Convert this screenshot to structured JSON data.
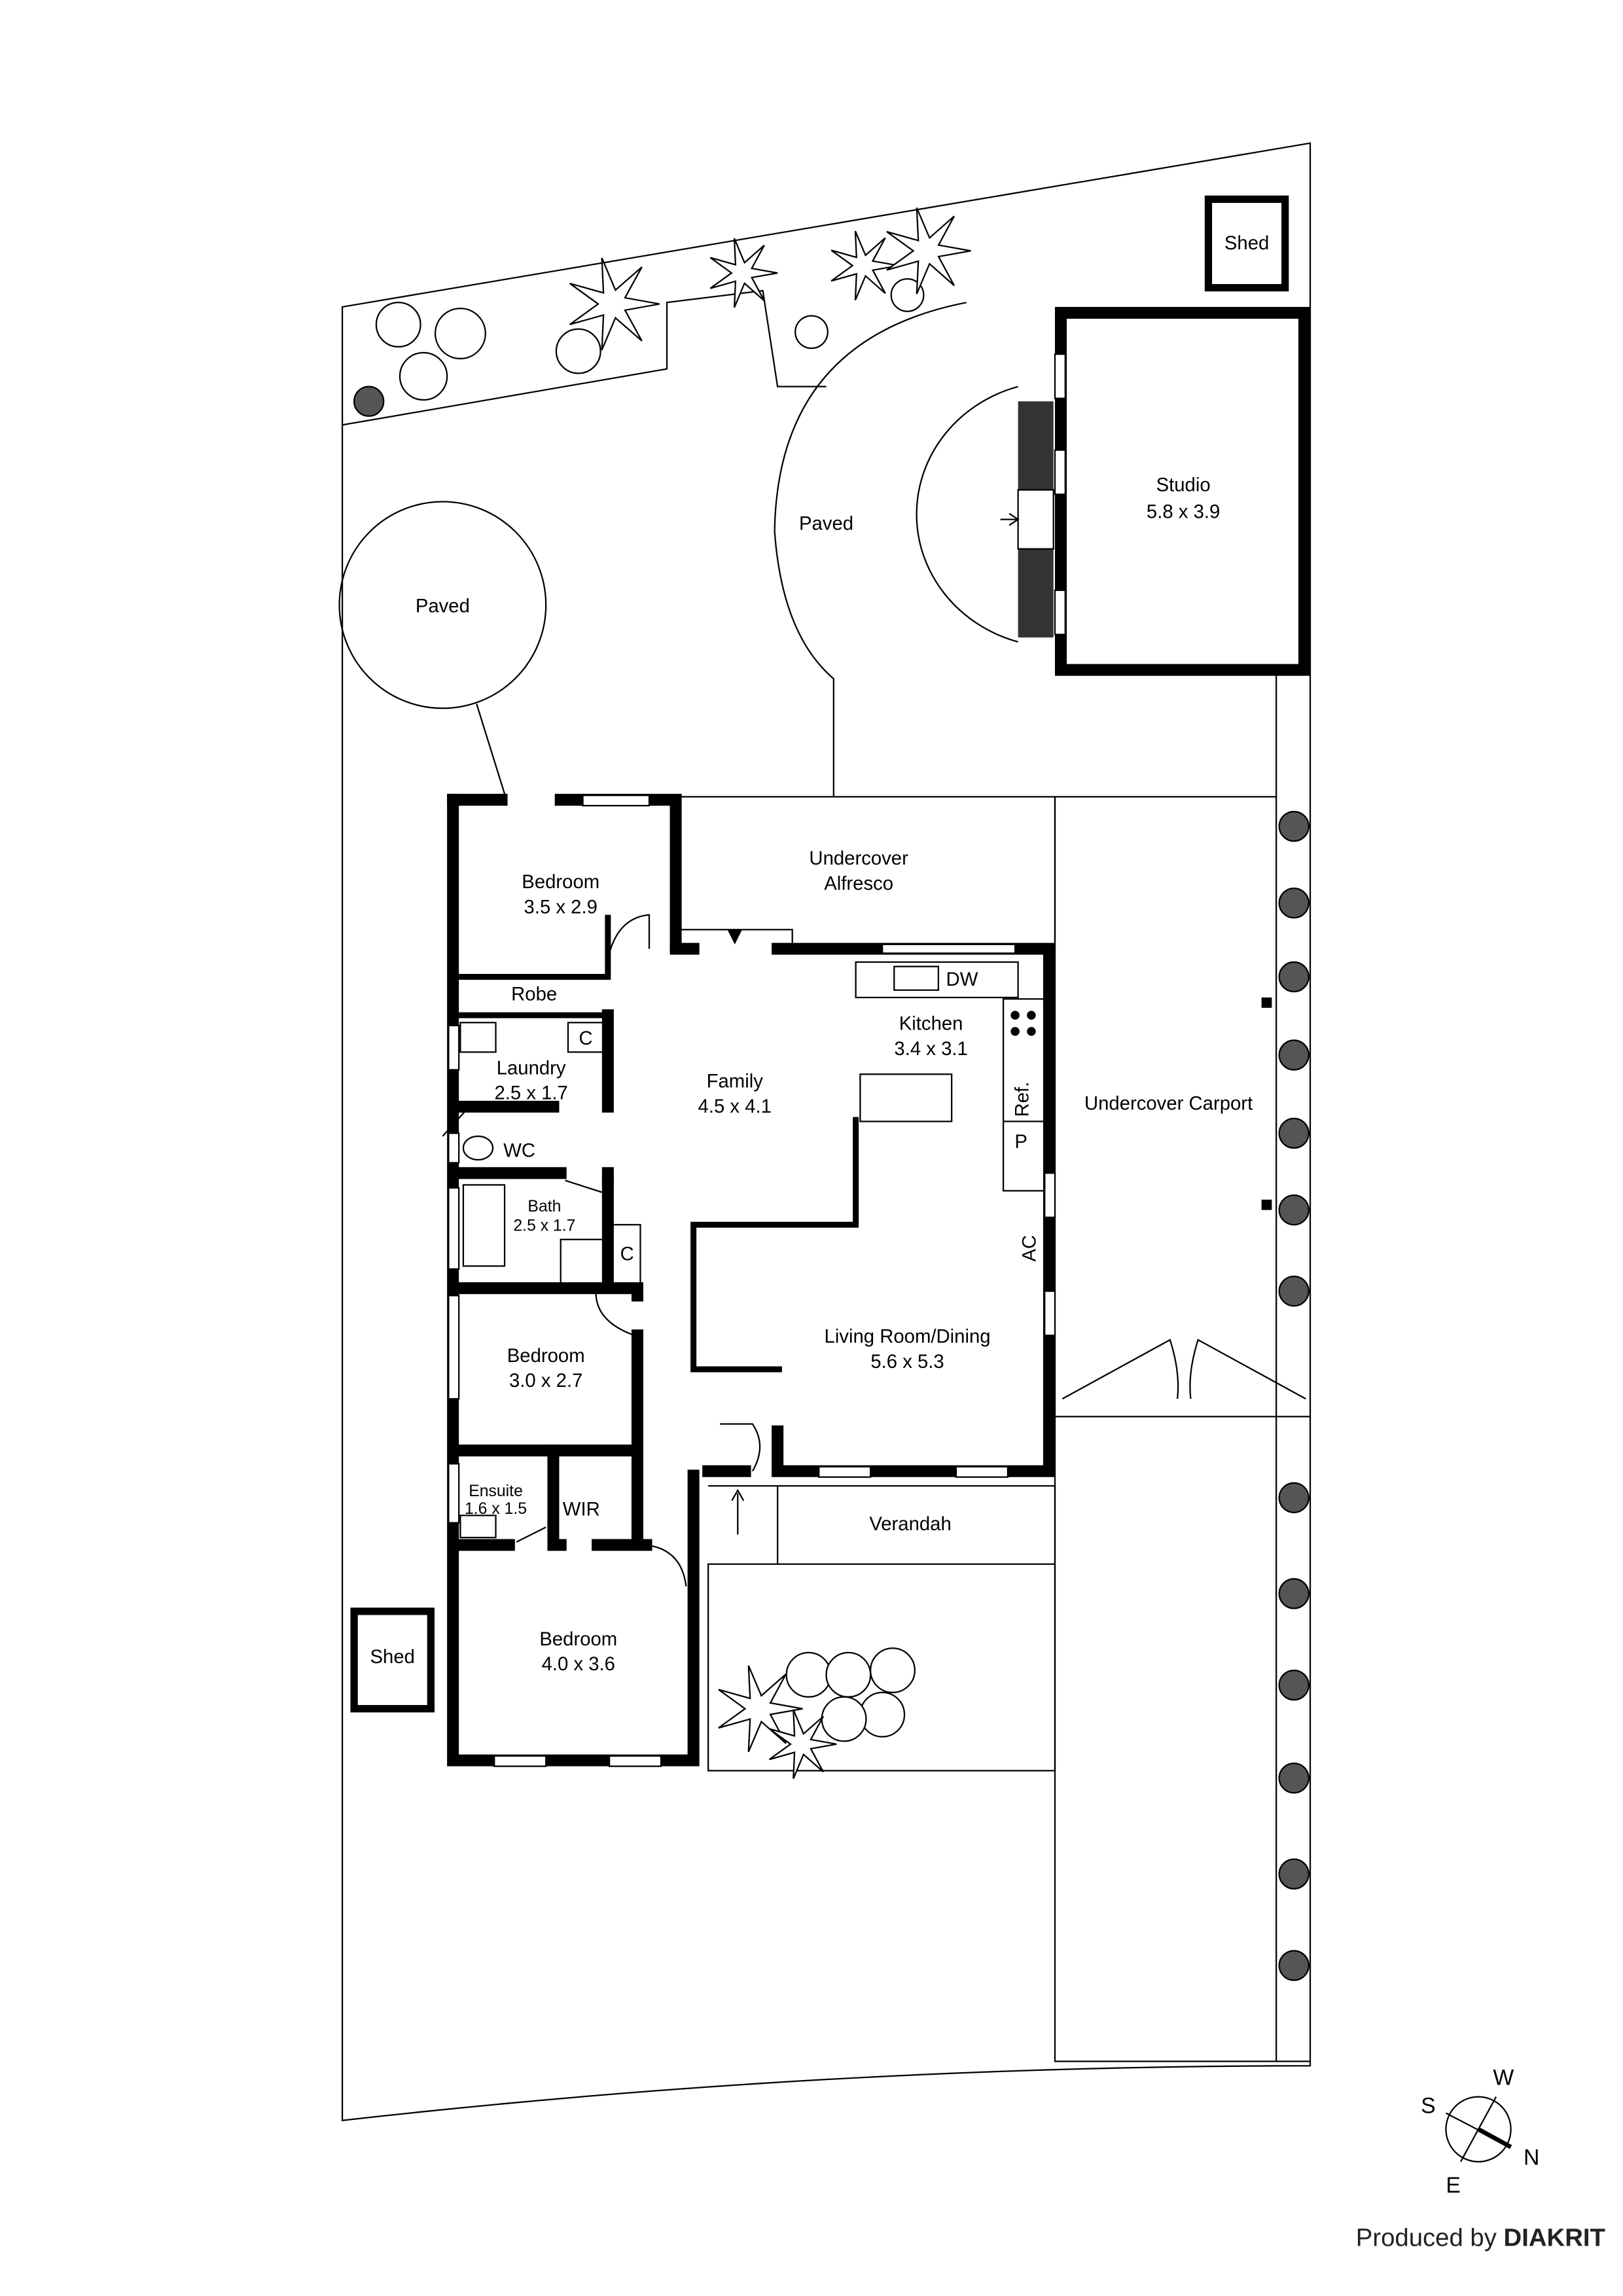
{
  "rooms": {
    "shed_top": "Shed",
    "studio": "Studio",
    "studio_size": "5.8 x 3.9",
    "paved_left": "Paved",
    "paved_center": "Paved",
    "bedroom1": "Bedroom",
    "bedroom1_size": "3.5 x 2.9",
    "alfresco_line1": "Undercover",
    "alfresco_line2": "Alfresco",
    "robe": "Robe",
    "kitchen": "Kitchen",
    "kitchen_size": "3.4 x 3.1",
    "dw": "DW",
    "laundry": "Laundry",
    "laundry_size": "2.5 x 1.7",
    "laundry_cupboard": "C",
    "family": "Family",
    "family_size": "4.5 x 4.1",
    "ref": "Ref.",
    "pantry": "P",
    "carport": "Undercover Carport",
    "wc": "WC",
    "bath": "Bath",
    "bath_size": "2.5 x 1.7",
    "bath_cupboard": "C",
    "ac": "AC",
    "living": "Living Room/Dining",
    "living_size": "5.6 x 5.3",
    "bedroom2": "Bedroom",
    "bedroom2_size": "3.0 x 2.7",
    "ensuite": "Ensuite",
    "ensuite_size": "1.6 x 1.5",
    "wir": "WIR",
    "verandah": "Verandah",
    "bedroom3": "Bedroom",
    "bedroom3_size": "4.0 x 3.6",
    "shed_bottom": "Shed"
  },
  "compass": {
    "s": "S",
    "w": "W",
    "n": "N",
    "e": "E"
  },
  "credit": {
    "prefix": "Produced by ",
    "brand": "DIAKRIT"
  }
}
